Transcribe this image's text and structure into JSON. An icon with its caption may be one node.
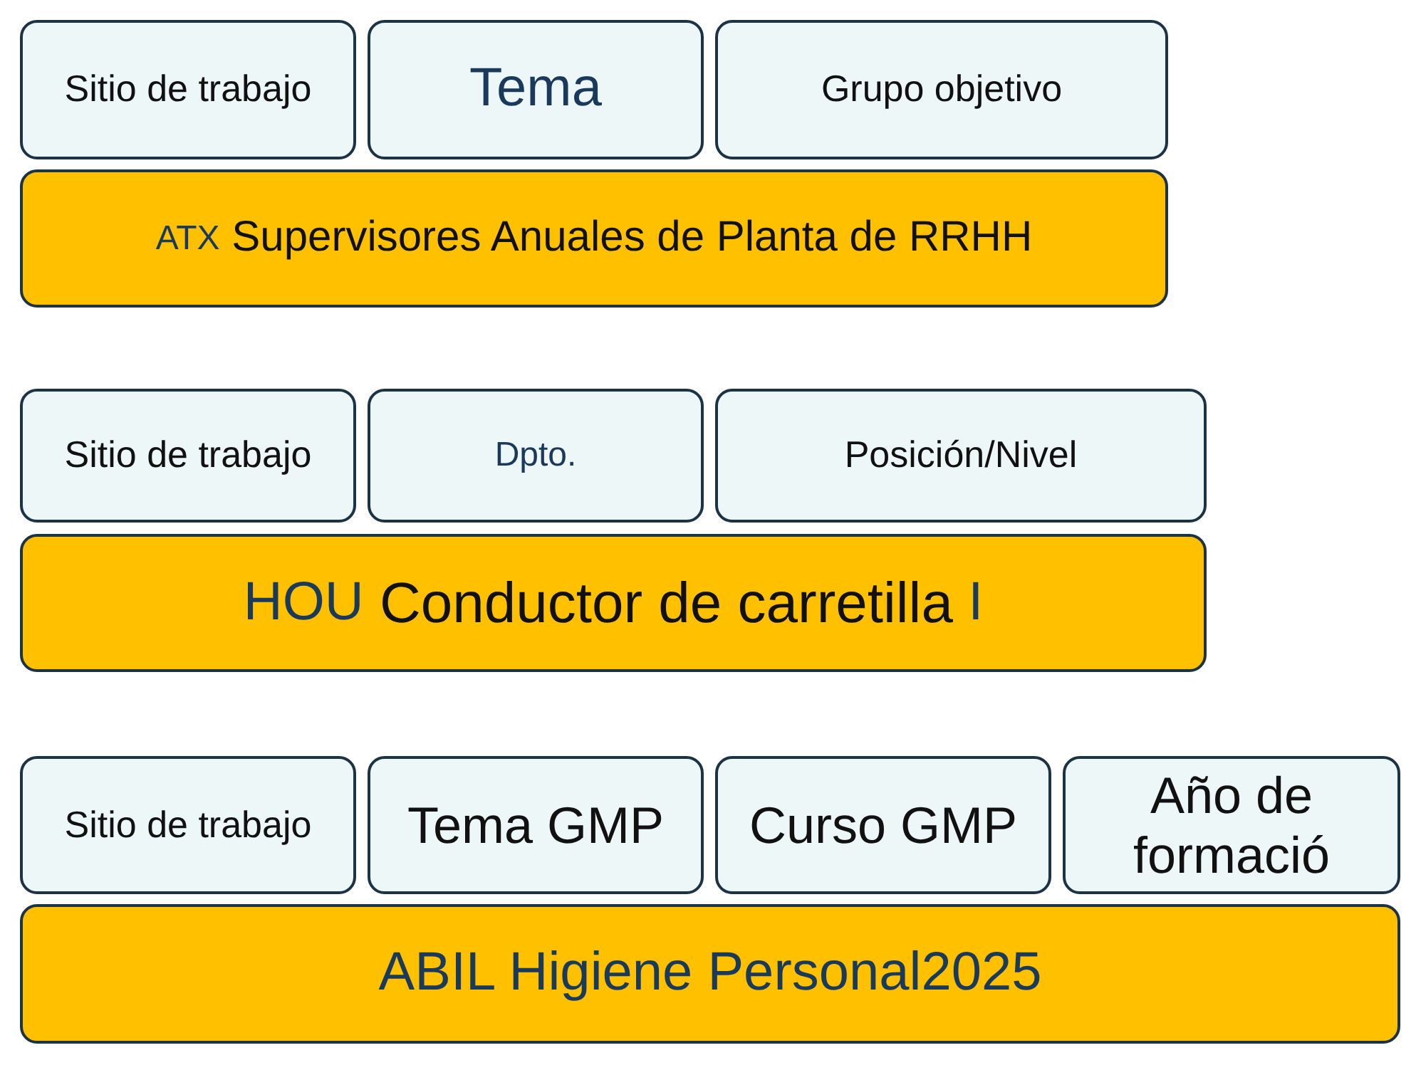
{
  "diagram": {
    "nodes": [
      {
        "text": [
          "Sitio de trabajo"
        ]
      },
      {
        "text": [
          "Tema"
        ]
      },
      {
        "text": [
          "Grupo objetivo"
        ]
      },
      {
        "text": [
          "ATX",
          "Supervisores Anuales de Planta de RRHH"
        ]
      },
      {
        "text": [
          "Sitio de trabajo"
        ]
      },
      {
        "text": [
          "Dpto."
        ]
      },
      {
        "text": [
          "Posición/Nivel"
        ]
      },
      {
        "text": [
          "HOU",
          "Conductor de carretilla",
          "I"
        ]
      },
      {
        "text": [
          "Sitio de trabajo"
        ]
      },
      {
        "text": [
          "Tema GMP"
        ]
      },
      {
        "text": [
          "Curso GMP"
        ]
      },
      {
        "text": [
          "Año de formació"
        ]
      },
      {
        "text": [
          "ABIL Higiene Personal2025"
        ]
      }
    ]
  }
}
